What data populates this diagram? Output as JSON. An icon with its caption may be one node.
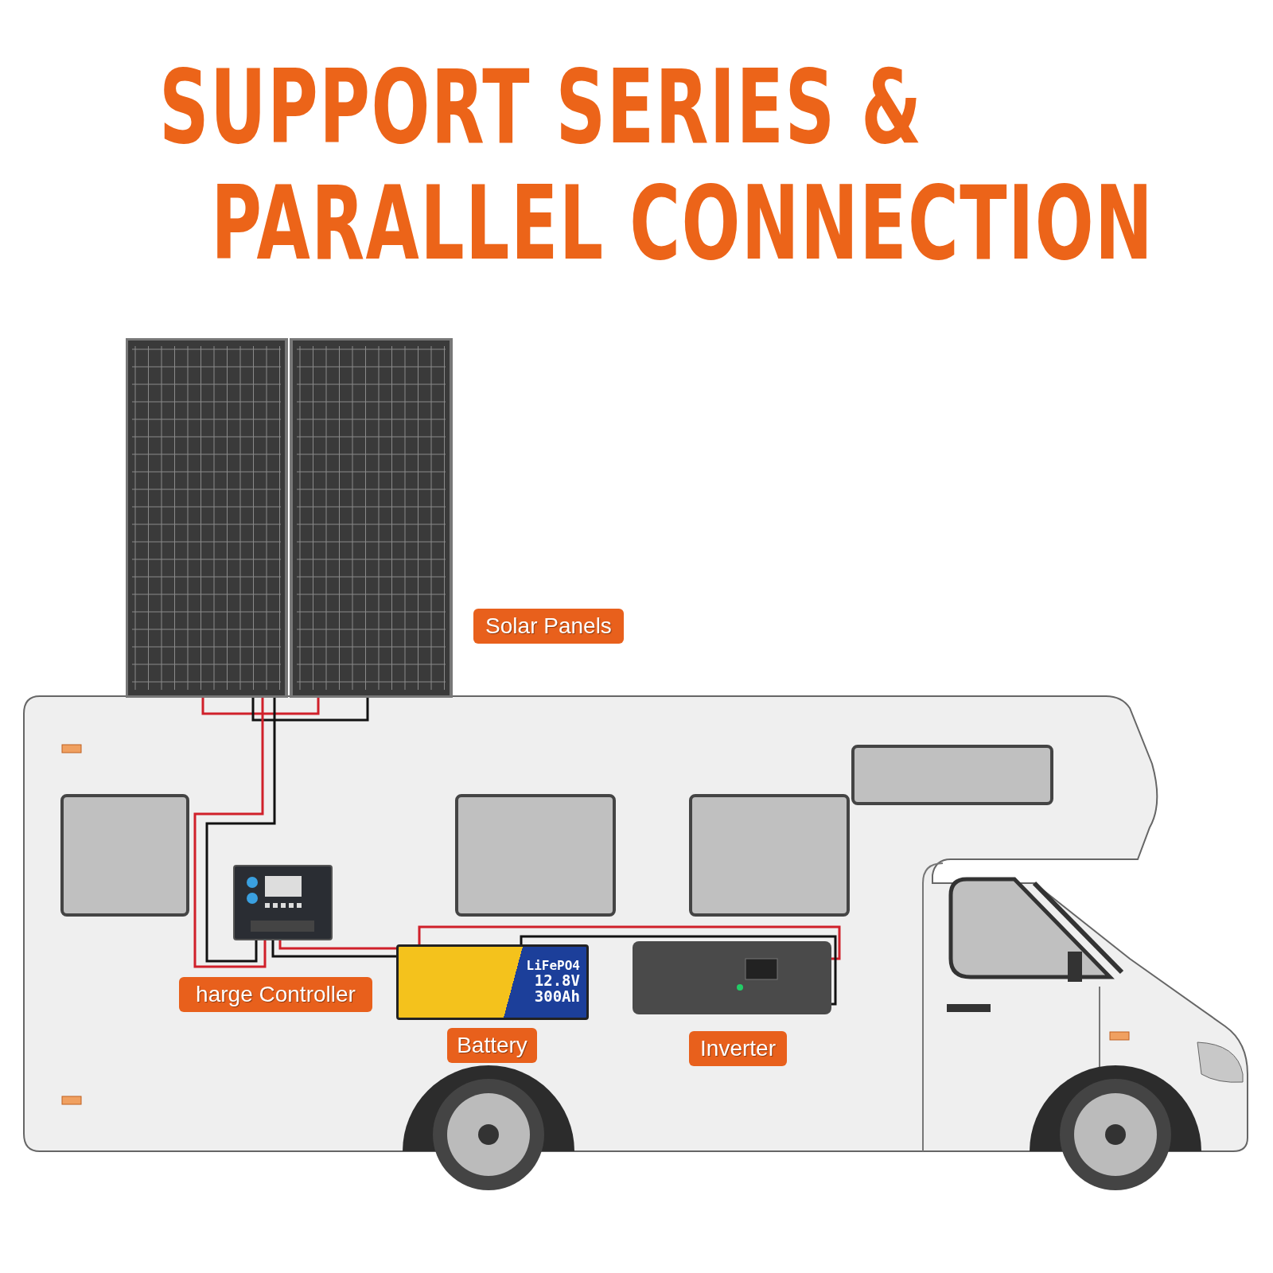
{
  "diagram": {
    "title": "SUPPORT SERIES & PARALLEL CONNECTION",
    "nodes": [
      {
        "text": [],
        "shape": "picture",
        "beside": [
          "Solar Panels"
        ]
      },
      {
        "text": [],
        "shape": "picture",
        "beside": [
          "harge Controller"
        ]
      },
      {
        "text": [
          "LiFePO4",
          "12.8V",
          "300Ah"
        ],
        "beside": [
          "Battery"
        ]
      },
      {
        "text": [],
        "shape": "picture",
        "beside": [
          "Inverter"
        ]
      }
    ],
    "edges": [
      {
        "from": 0,
        "to": 1,
        "arrow": "none",
        "color": "#d0202a"
      },
      {
        "from": 0,
        "to": 1,
        "arrow": "none",
        "color": "#111111"
      },
      {
        "from": 1,
        "to": 2,
        "arrow": "none",
        "color": "#d0202a"
      },
      {
        "from": 1,
        "to": 2,
        "arrow": "none",
        "color": "#111111"
      },
      {
        "from": 2,
        "to": 3,
        "arrow": "none",
        "color": "#d0202a"
      },
      {
        "from": 2,
        "to": 3,
        "arrow": "none",
        "color": "#111111"
      }
    ]
  }
}
